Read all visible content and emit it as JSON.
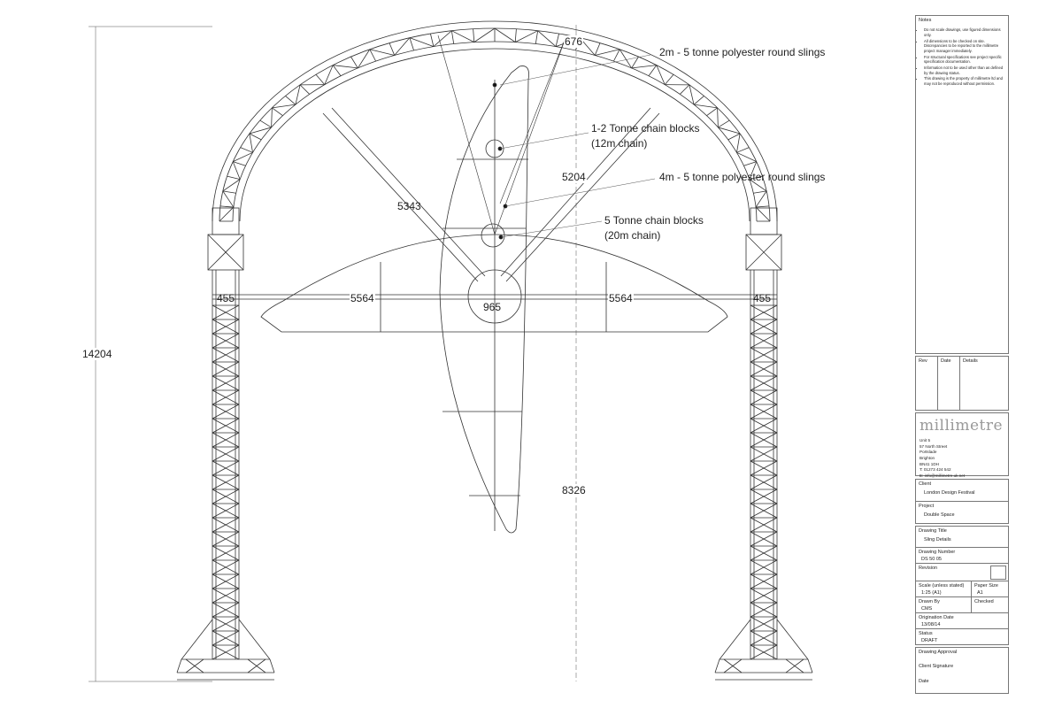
{
  "annotations": {
    "slings_2m": "2m - 5 tonne polyester round slings",
    "chain_1_2": "1-2 Tonne chain blocks",
    "chain_1_2_sub": "(12m chain)",
    "slings_4m": "4m - 5 tonne polyester round slings",
    "chain_5": "5 Tonne chain blocks",
    "chain_5_sub": "(20m chain)"
  },
  "dimensions": {
    "overall_height": "14204",
    "top_offset": "676",
    "upper_height": "5204",
    "lower_height": "8326",
    "diagonal": "5343",
    "left_span": "5564",
    "right_span": "5564",
    "ring": "965",
    "left_tower": "455",
    "right_tower": "455"
  },
  "notes": {
    "title": "Notes",
    "items": [
      "Do not scale drawings, use figured dimensions only.",
      "All dimensions to be checked on site. Discrepancies to be reported to the millimetre project manager immediately.",
      "For structural specifications see project specific specification documentation.",
      "Information not to be used other than as defined by the drawing status.",
      "This drawing is the property of millimetre ltd and may not be reproduced without permission."
    ]
  },
  "revisions": {
    "col_rev": "Rev",
    "col_date": "Date",
    "col_details": "Details"
  },
  "company": {
    "logo": "millimetre",
    "address": [
      "Unit 5",
      "57 North Street",
      "Portslade",
      "Brighton",
      "BN41 1DH",
      "T: 01273 424 542",
      "E: info@millimetre.uk.net"
    ]
  },
  "title_block": {
    "client_label": "Client",
    "client": "London Design Festival",
    "project_label": "Project",
    "project": "Double Space",
    "drawing_title_label": "Drawing Title",
    "drawing_title": "Sling Details",
    "drawing_number_label": "Drawing Number",
    "drawing_number": "DS 50 05",
    "revision_label": "Revision",
    "scale_label": "Scale (unless stated)",
    "scale": "1:25 (A1)",
    "paper_label": "Paper Size",
    "paper": "A1",
    "drawn_label": "Drawn By",
    "drawn": "CMS",
    "checked_label": "Checked",
    "origination_label": "Origination Date",
    "origination": "13/08/14",
    "status_label": "Status",
    "status": "DRAFT",
    "approval_label": "Drawing Approval",
    "signature_label": "Client Signature",
    "date_label": "Date"
  }
}
